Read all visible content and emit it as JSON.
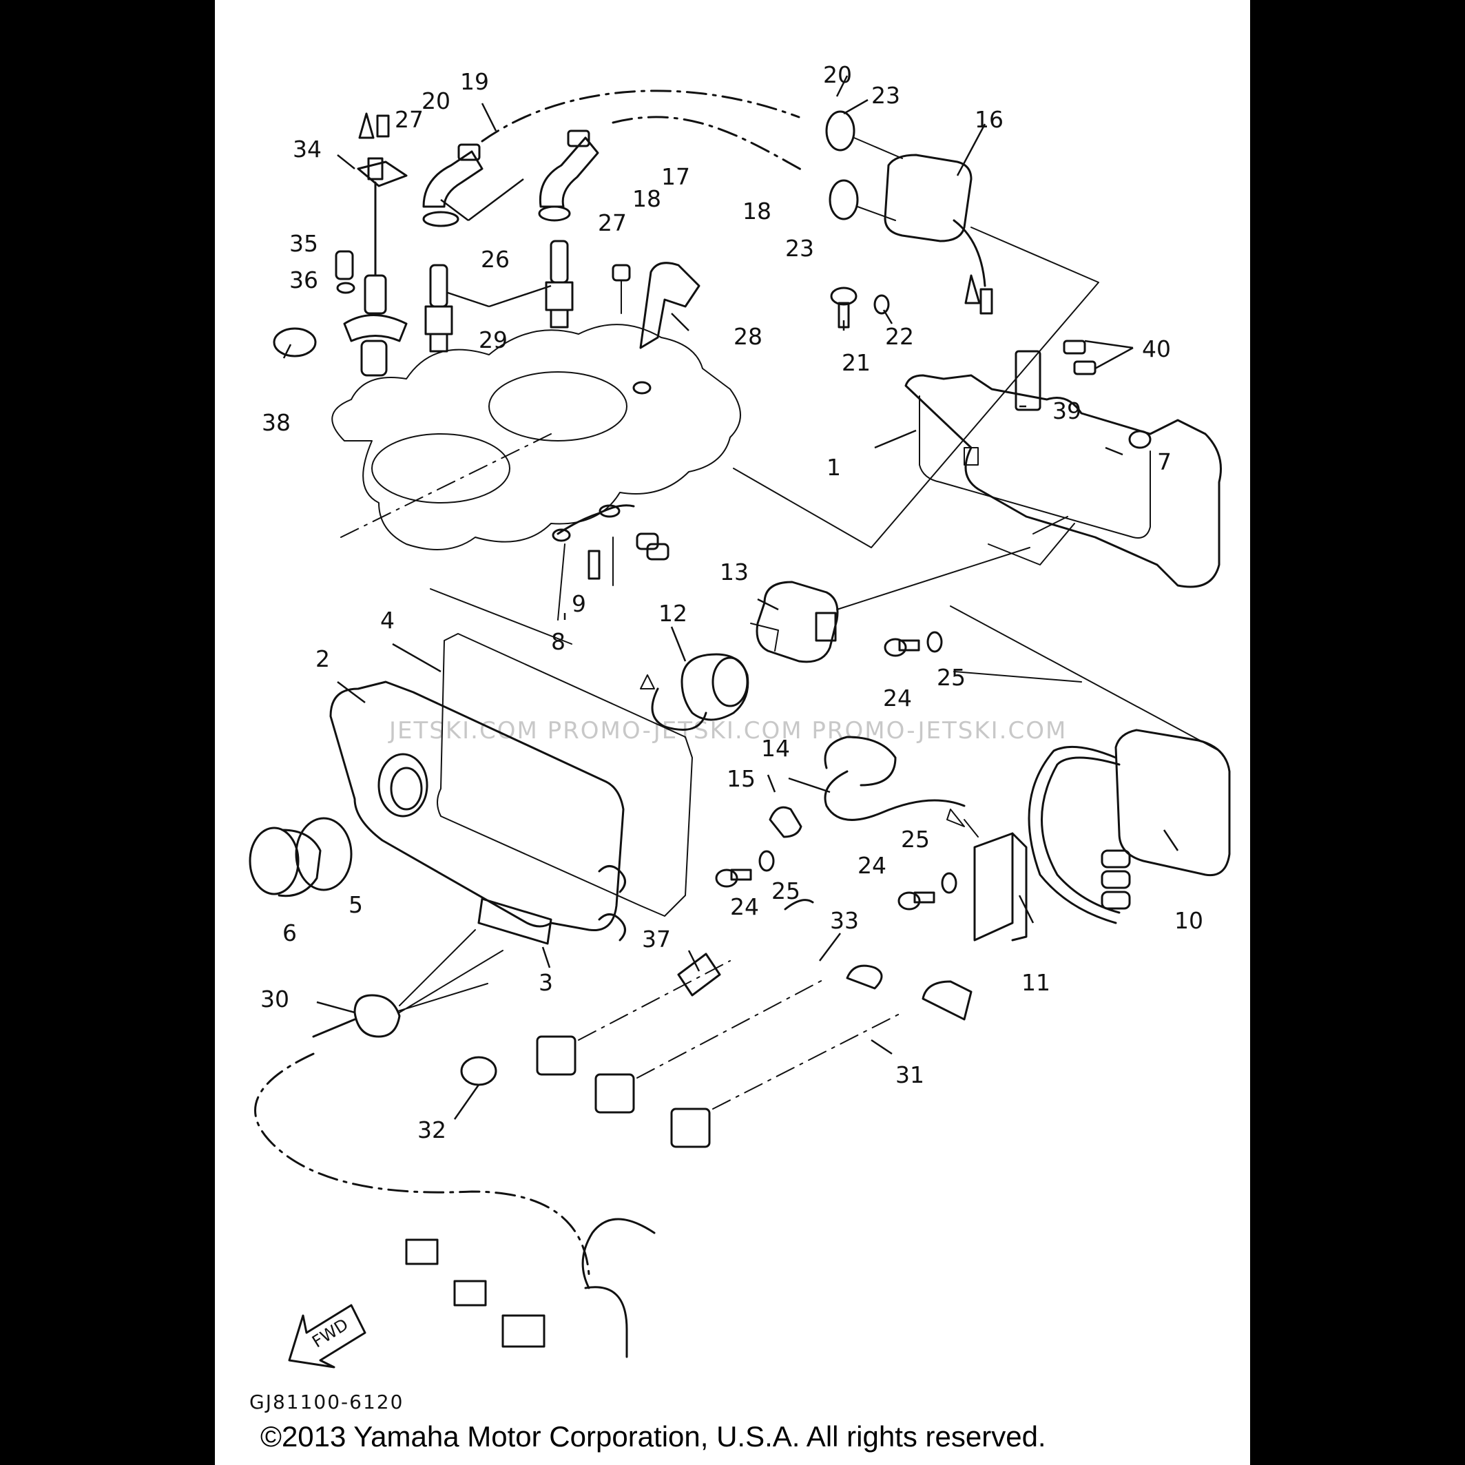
{
  "diagram_code": "GJ81100-6120",
  "copyright": "©2013 Yamaha Motor Corporation, U.S.A. All rights reserved.",
  "watermark": "JETSKI.COM   PROMO-JETSKI.COM   PROMO-JETSKI.COM",
  "fwd_label": "FWD",
  "callouts": {
    "p1": "1",
    "p2": "2",
    "p3": "3",
    "p4": "4",
    "p5": "5",
    "p6": "6",
    "p7": "7",
    "p8": "8",
    "p9": "9",
    "p10": "10",
    "p11": "11",
    "p12": "12",
    "p13": "13",
    "p14": "14",
    "p15": "15",
    "p16": "16",
    "p17": "17",
    "p18a": "18",
    "p18b": "18",
    "p19": "19",
    "p20a": "20",
    "p20b": "20",
    "p21": "21",
    "p22": "22",
    "p23a": "23",
    "p23b": "23",
    "p24a": "24",
    "p24b": "24",
    "p24c": "24",
    "p25a": "25",
    "p25b": "25",
    "p25c": "25",
    "p26": "26",
    "p27a": "27",
    "p27b": "27",
    "p28": "28",
    "p29": "29",
    "p30": "30",
    "p31": "31",
    "p32": "32",
    "p33": "33",
    "p34": "34",
    "p35": "35",
    "p36": "36",
    "p37": "37",
    "p38": "38",
    "p39": "39",
    "p40": "40"
  }
}
